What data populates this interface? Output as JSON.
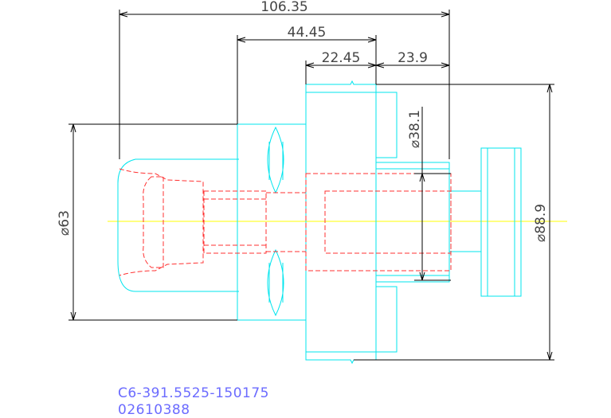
{
  "dimensions": {
    "overall_length": "106.35",
    "collet_length": "44.45",
    "flange_width": "22.45",
    "shank_length": "23.9",
    "shank_diameter": "⌀38.1",
    "collet_diameter": "⌀63",
    "flange_diameter": "⌀88.9"
  },
  "part_number": {
    "line1": "C6-391.5525-150175",
    "line2": "02610388"
  },
  "colors": {
    "part_outline": "#00e5ee",
    "hidden_line": "#ff3030",
    "centerline": "#ffff00",
    "dimension": "#000000",
    "part_number_text": "#6b6bff"
  }
}
